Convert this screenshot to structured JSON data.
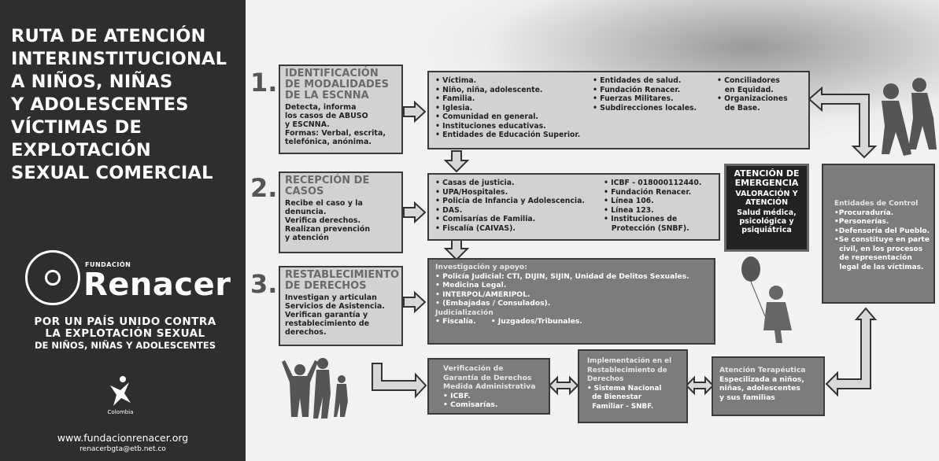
{
  "left_panel": {
    "title": "RUTA DE ATENCIÓN\nINTERINSTITUCIONAL\nA NIÑOS, NIÑAS\nY ADOLESCENTES\nVÍCTIMAS DE\nEXPLOTACIÓN\nSEXUAL COMERCIAL",
    "logo_small": "FUNDACIÓN",
    "logo_name": "Renacer",
    "slogan_1": "POR UN PAÍS UNIDO CONTRA",
    "slogan_2": "LA EXPLOTACIÓN SEXUAL",
    "slogan_3": "DE NIÑOS, NIÑAS Y ADOLESCENTES",
    "ecpat_label": "Colombia",
    "website": "www.fundacionrenacer.org",
    "email": "renacerbgta@etb.net.co"
  },
  "steps": {
    "s1": {
      "number": "1.",
      "heading": "IDENTIFICACIÓN\nDE MODALIDADES\nDE LA ESCNNA",
      "desc": "Detecta, informa\nlos casos de ABUSO\ny ESCNNA.\nFormas: Verbal, escrita,\ntelefónica, anónima."
    },
    "s2": {
      "number": "2.",
      "heading": "RECEPCIÓN DE\nCASOS",
      "desc": "Recibe el caso y la\ndenuncia.\nVerifica derechos.\nRealizan prevención\ny atención"
    },
    "s3": {
      "number": "3.",
      "heading": "RESTABLECIMIENTO\nDE DERECHOS",
      "desc": "Investigan y articulan\nServicios de Asistencia.\nVerifican garantía y\nrestablecimiento de\nderechos."
    }
  },
  "list1": {
    "col1": [
      "• Víctima.",
      "• Niño, niña, adolescente.",
      "• Familia.",
      "• Iglesia.",
      "• Comunidad en general.",
      "• Instituciones educativas.",
      "• Entidades de Educación Superior."
    ],
    "col2": [
      "• Entidades de salud.",
      "• Fundación Renacer.",
      "• Fuerzas Militares.",
      "• Subdirecciones locales."
    ],
    "col3": [
      "• Conciliadores",
      "   en Equidad.",
      "• Organizaciones",
      "   de Base."
    ]
  },
  "list2": {
    "col1": [
      "• Casas de justicia.",
      "• UPA/Hospitales.",
      "• Policía de Infancia y Adolescencia.",
      "• DAS.",
      "• Comisarías de Familia.",
      "• Fiscalía (CAIVAS)."
    ],
    "col2": [
      "• ICBF - 018000112440.",
      "• Fundación Renacer.",
      "• Línea 106.",
      "• Línea 123.",
      "• Instituciones de",
      "   Protección (SNBF)."
    ]
  },
  "emergency": {
    "title": "ATENCIÓN DE\nEMERGENCIA",
    "subtitle": "VALORACIÓN Y\nATENCIÓN",
    "body": "Salud médica,\npsicológica y\npsiquiátrica"
  },
  "investigation": {
    "lines": [
      "Investigación y apoyo:",
      "• Policía Judicial: CTI, DIJIN, SIJIN, Unidad de Delitos Sexuales.",
      "• Medicina Legal.",
      "• INTERPOL/AMERIPOL.",
      "• (Embajadas / Consulados).",
      "Judicialización",
      "• Fiscalía.      • Juzgados/Tribunales."
    ]
  },
  "control": {
    "lines": [
      "Entidades de Control",
      "•Procuraduría.",
      "•Personerías.",
      "•Defensoría del Pueblo.",
      "•Se constituye en parte",
      "  civil, en los procesos",
      "  de representación",
      "  legal de las víctimas."
    ]
  },
  "verification": {
    "lines": [
      "Verificación de",
      "Garantía de Derechos",
      "Medida Administrativa",
      "• ICBF.",
      "• Comisarías."
    ]
  },
  "implementation": {
    "lines": [
      "Implementación en el",
      "Restablecimiento de",
      "Derechos",
      "• Sistema Nacional",
      "  de Bienestar",
      "  Familiar - SNBF."
    ]
  },
  "therapy": {
    "lines": [
      "Atención Terapéutica",
      "Especilizada a niños,",
      "niñas, adolescentes",
      "y sus familias"
    ]
  }
}
